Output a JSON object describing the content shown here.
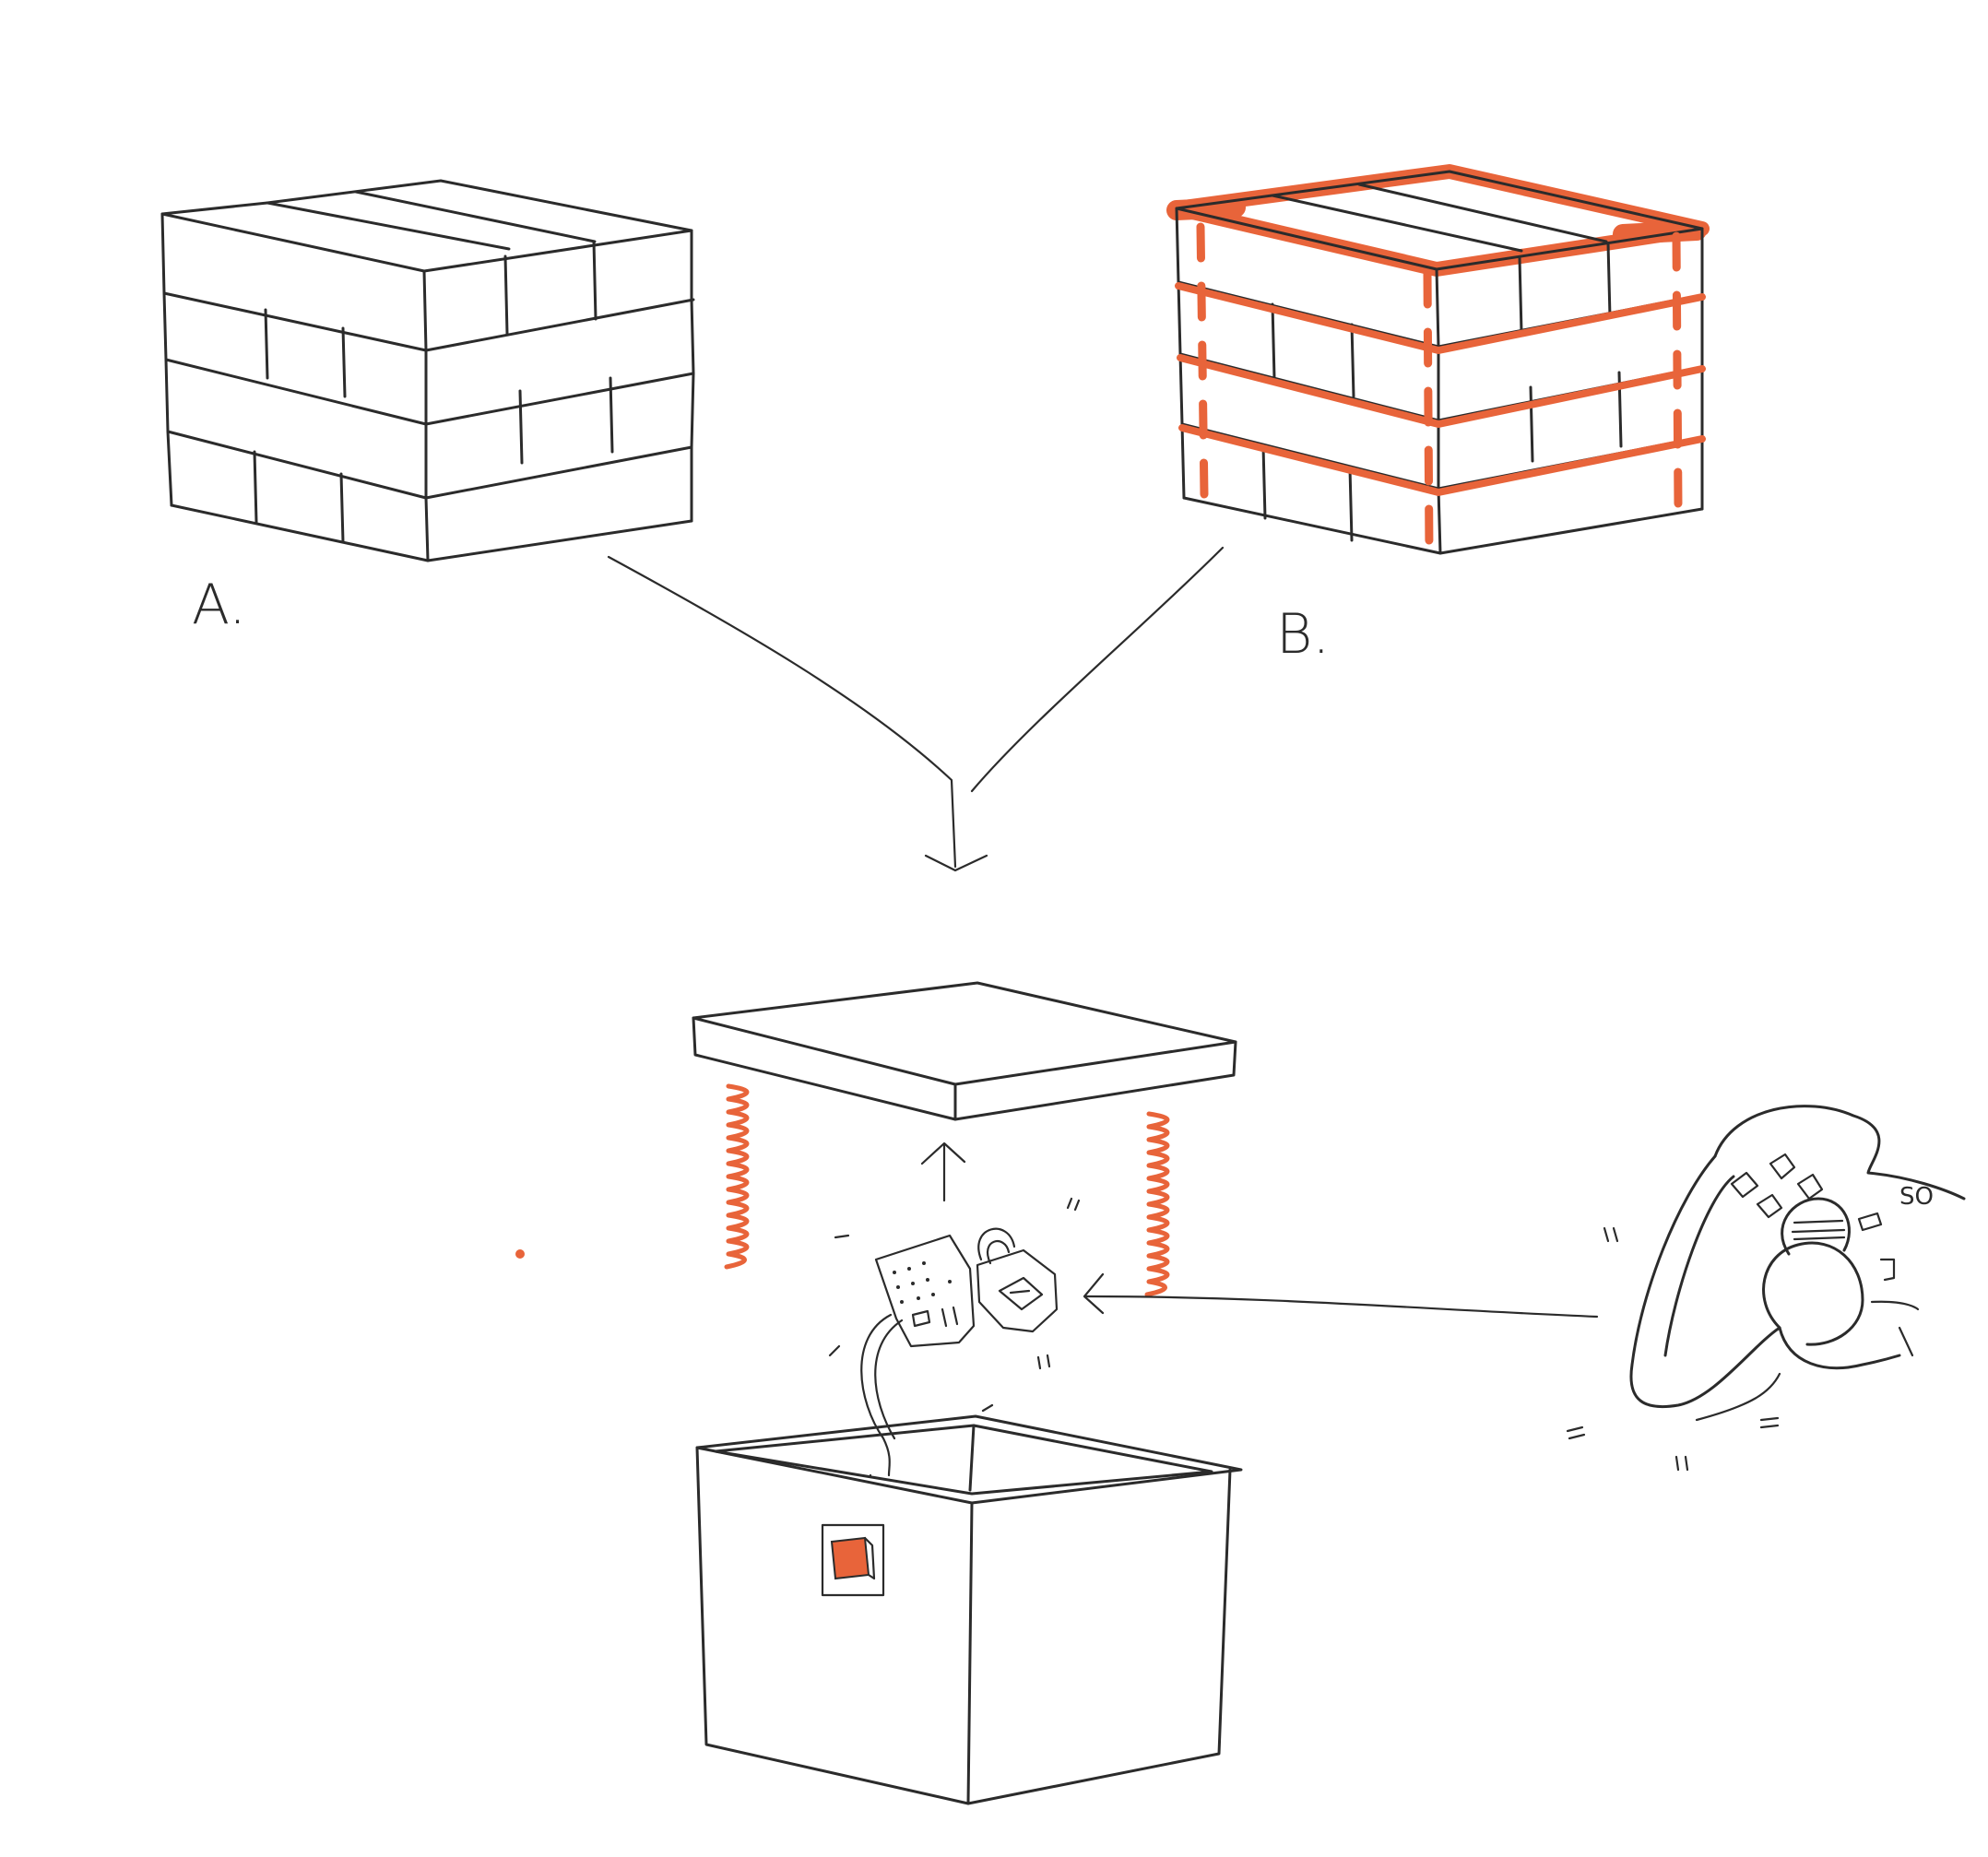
{
  "labels": {
    "a": "A.",
    "b": "B.",
    "controller_brand": "SO"
  },
  "colors": {
    "ink": "#2b2b2b",
    "accent": "#e8643a",
    "background": "#ffffff"
  },
  "icons": [
    "brick-stack-icon",
    "wrapped-brick-stack-icon",
    "arrow-down-icon",
    "lid-icon",
    "spring-icon",
    "arrow-up-icon",
    "electronics-icon",
    "open-box-icon",
    "game-controller-icon",
    "arrow-left-icon"
  ]
}
